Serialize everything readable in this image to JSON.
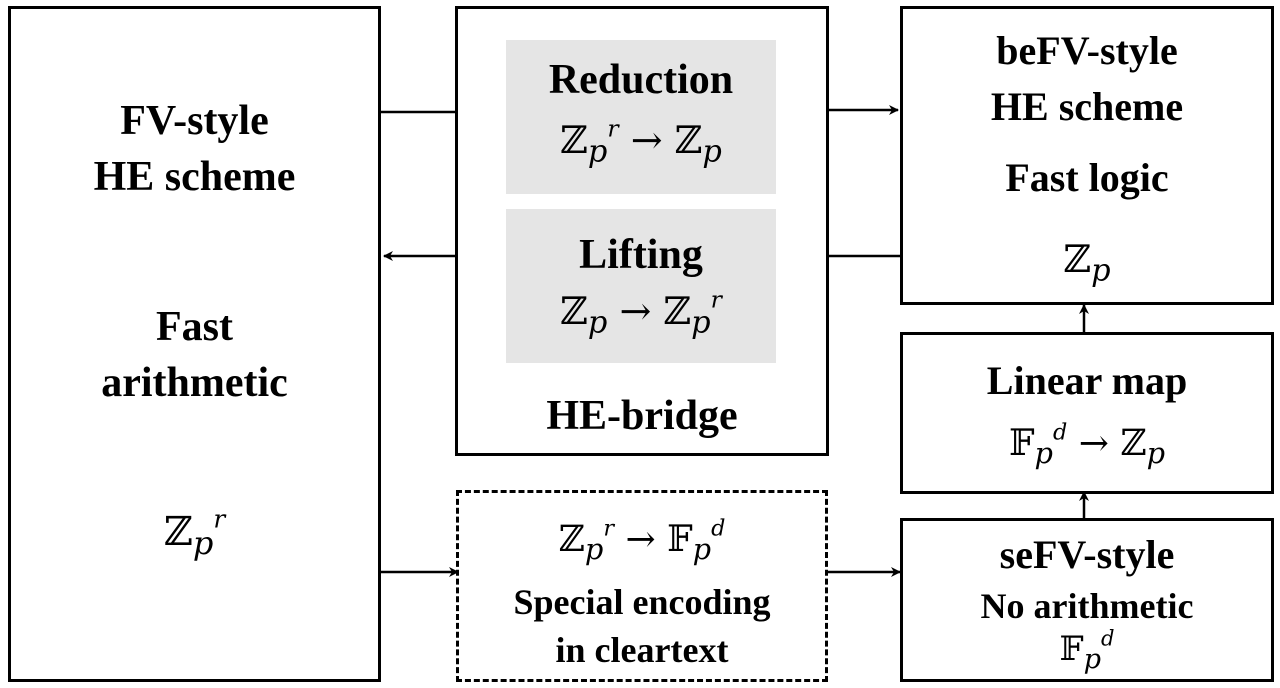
{
  "fv_box": {
    "title_line1": "FV-style",
    "title_line2": "HE scheme",
    "feature_line1": "Fast",
    "feature_line2": "arithmetic",
    "ring": "ℤ",
    "ring_sub": "p",
    "ring_sup": "r"
  },
  "bridge_box": {
    "label": "HE-bridge",
    "reduction": {
      "title": "Reduction",
      "from_ring": "ℤ",
      "from_sub": "p",
      "from_sup": "r",
      "arrow": "→",
      "to_ring": "ℤ",
      "to_sub": "p"
    },
    "lifting": {
      "title": "Lifting",
      "from_ring": "ℤ",
      "from_sub": "p",
      "arrow": "→",
      "to_ring": "ℤ",
      "to_sub": "p",
      "to_sup": "r"
    }
  },
  "befv_box": {
    "title_line1": "beFV-style",
    "title_line2": "HE scheme",
    "feature": "Fast logic",
    "ring": "ℤ",
    "ring_sub": "p"
  },
  "linear_box": {
    "title": "Linear map",
    "from_ring": "𝔽",
    "from_sub": "p",
    "from_sup": "d",
    "arrow": "→",
    "to_ring": "ℤ",
    "to_sub": "p"
  },
  "encoding_box": {
    "from_ring": "ℤ",
    "from_sub": "p",
    "from_sup": "r",
    "arrow": "→",
    "to_ring": "𝔽",
    "to_sub": "p",
    "to_sup": "d",
    "line1": "Special encoding",
    "line2": "in cleartext"
  },
  "sefv_box": {
    "title": "seFV-style",
    "feature": "No arithmetic",
    "ring": "𝔽",
    "ring_sub": "p",
    "ring_sup": "d"
  }
}
